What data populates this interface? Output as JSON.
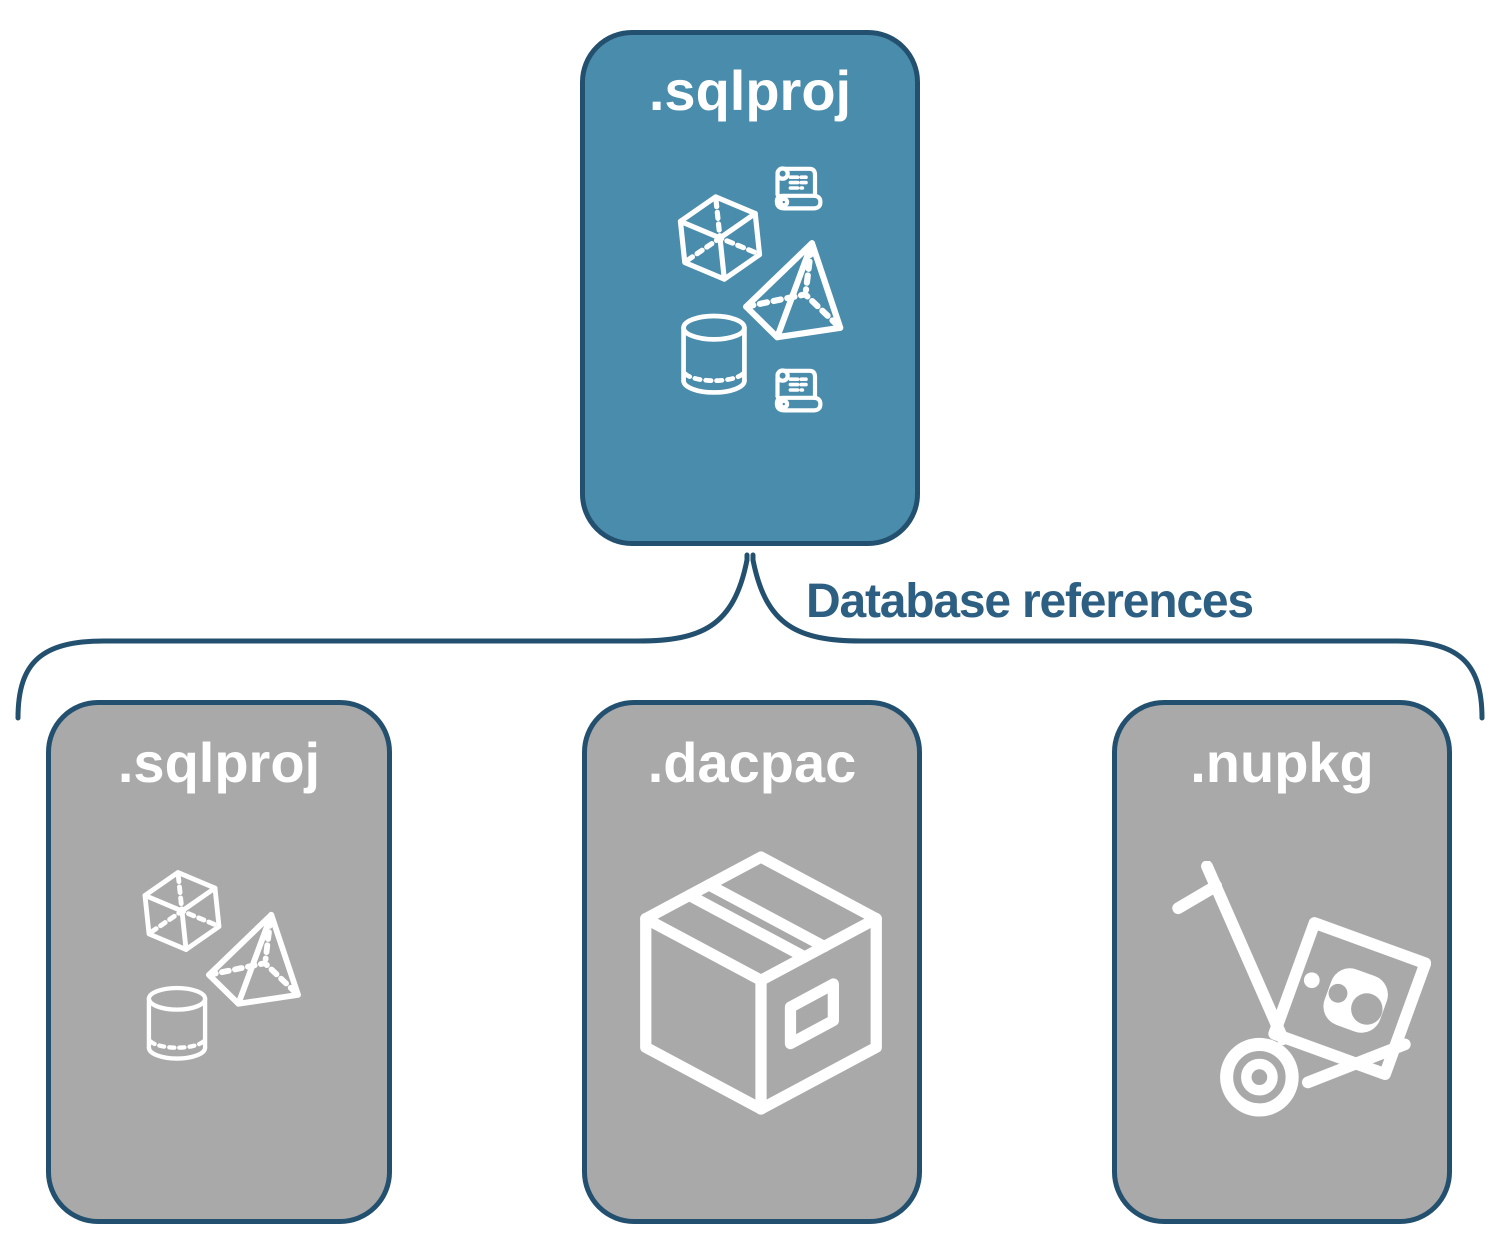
{
  "diagram": {
    "connector_label": "Database references",
    "root_box": {
      "label": ".sqlproj",
      "icons": [
        "cube-icon",
        "scroll-icon",
        "pyramid-icon",
        "cylinder-icon",
        "scroll-icon"
      ]
    },
    "child_boxes": [
      {
        "label": ".sqlproj",
        "icons": [
          "cube-icon",
          "pyramid-icon",
          "cylinder-icon"
        ]
      },
      {
        "label": ".dacpac",
        "icons": [
          "package-box-icon"
        ]
      },
      {
        "label": ".nupkg",
        "icons": [
          "nuget-hand-truck-icon"
        ]
      }
    ],
    "colors": {
      "root_fill": "#4A8CAB",
      "child_fill": "#A9A9A9",
      "line": "#24506F",
      "connector_text": "#2C5F82",
      "icon": "#FFFFFF",
      "background": "#FFFFFF"
    }
  }
}
